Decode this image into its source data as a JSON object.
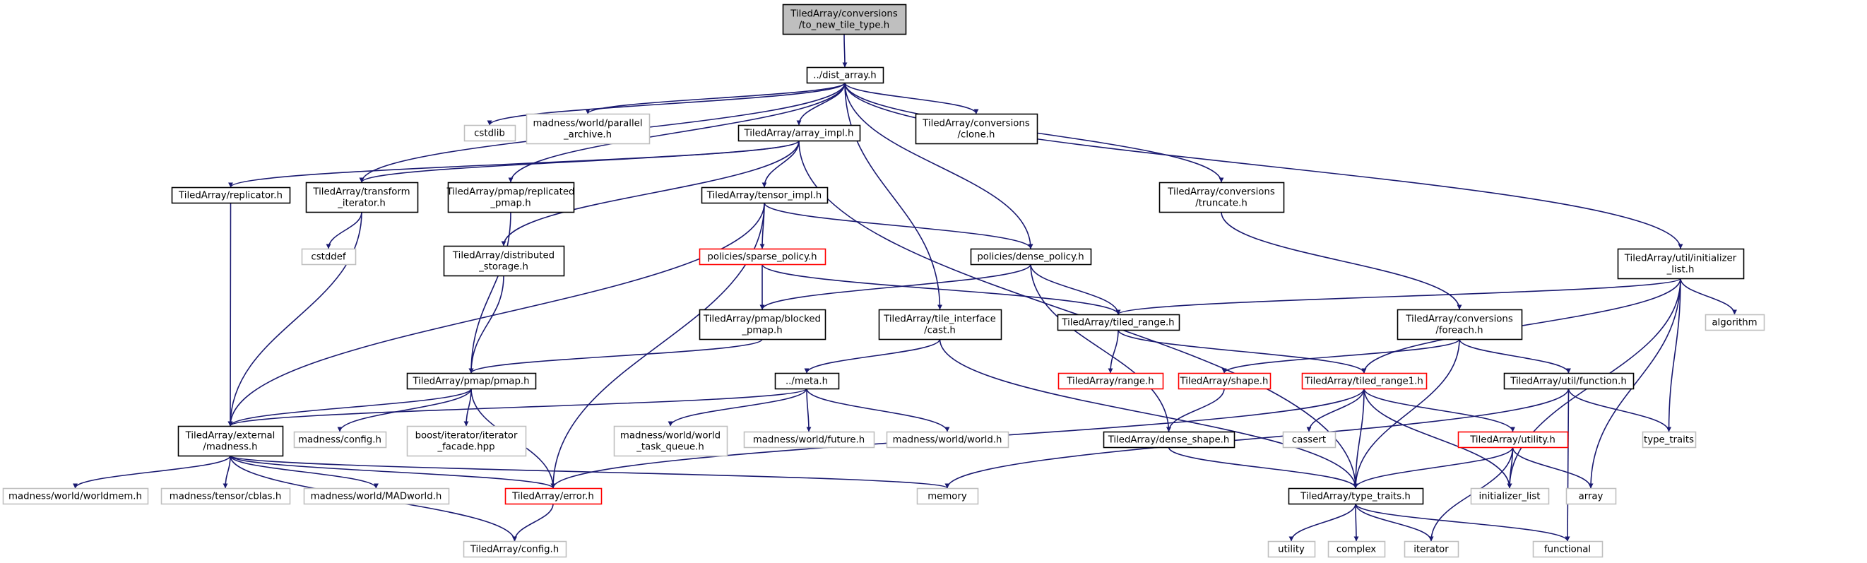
{
  "colors": {
    "edge": "#191970",
    "root_fill": "#bfbfbf",
    "border_documented": "#000000",
    "border_external": "#bfbfbf",
    "border_truncated": "#ff0000",
    "text_external": "#404040"
  },
  "nodes": [
    {
      "id": "root",
      "lines": [
        "TiledArray/conversions",
        "/to_new_tile_type.h"
      ],
      "kind": "root"
    },
    {
      "id": "dist_array",
      "lines": [
        "../dist_array.h"
      ],
      "kind": "documented"
    },
    {
      "id": "cstdlib",
      "lines": [
        "cstdlib"
      ],
      "kind": "external"
    },
    {
      "id": "parallel_archive",
      "lines": [
        "madness/world/parallel",
        "_archive.h"
      ],
      "kind": "external"
    },
    {
      "id": "array_impl",
      "lines": [
        "TiledArray/array_impl.h"
      ],
      "kind": "documented"
    },
    {
      "id": "clone",
      "lines": [
        "TiledArray/conversions",
        "/clone.h"
      ],
      "kind": "documented"
    },
    {
      "id": "replicator",
      "lines": [
        "TiledArray/replicator.h"
      ],
      "kind": "documented"
    },
    {
      "id": "transform_iterator",
      "lines": [
        "TiledArray/transform",
        "_iterator.h"
      ],
      "kind": "documented"
    },
    {
      "id": "replicated_pmap",
      "lines": [
        "TiledArray/pmap/replicated",
        "_pmap.h"
      ],
      "kind": "documented"
    },
    {
      "id": "tensor_impl",
      "lines": [
        "TiledArray/tensor_impl.h"
      ],
      "kind": "documented"
    },
    {
      "id": "truncate",
      "lines": [
        "TiledArray/conversions",
        "/truncate.h"
      ],
      "kind": "documented"
    },
    {
      "id": "cstddef",
      "lines": [
        "cstddef"
      ],
      "kind": "external"
    },
    {
      "id": "distributed_storage",
      "lines": [
        "TiledArray/distributed",
        "_storage.h"
      ],
      "kind": "documented"
    },
    {
      "id": "sparse_policy",
      "lines": [
        "policies/sparse_policy.h"
      ],
      "kind": "truncated"
    },
    {
      "id": "dense_policy",
      "lines": [
        "policies/dense_policy.h"
      ],
      "kind": "documented"
    },
    {
      "id": "initializer_list_h",
      "lines": [
        "TiledArray/util/initializer",
        "_list.h"
      ],
      "kind": "documented"
    },
    {
      "id": "blocked_pmap",
      "lines": [
        "TiledArray/pmap/blocked",
        "_pmap.h"
      ],
      "kind": "documented"
    },
    {
      "id": "cast",
      "lines": [
        "TiledArray/tile_interface",
        "/cast.h"
      ],
      "kind": "documented"
    },
    {
      "id": "tiled_range",
      "lines": [
        "TiledArray/tiled_range.h"
      ],
      "kind": "documented"
    },
    {
      "id": "foreach",
      "lines": [
        "TiledArray/conversions",
        "/foreach.h"
      ],
      "kind": "documented"
    },
    {
      "id": "algorithm",
      "lines": [
        "algorithm"
      ],
      "kind": "external"
    },
    {
      "id": "pmap",
      "lines": [
        "TiledArray/pmap/pmap.h"
      ],
      "kind": "documented"
    },
    {
      "id": "meta",
      "lines": [
        "../meta.h"
      ],
      "kind": "documented"
    },
    {
      "id": "range",
      "lines": [
        "TiledArray/range.h"
      ],
      "kind": "truncated"
    },
    {
      "id": "shape",
      "lines": [
        "TiledArray/shape.h"
      ],
      "kind": "truncated"
    },
    {
      "id": "tiled_range1",
      "lines": [
        "TiledArray/tiled_range1.h"
      ],
      "kind": "truncated"
    },
    {
      "id": "function",
      "lines": [
        "TiledArray/util/function.h"
      ],
      "kind": "documented"
    },
    {
      "id": "madness_h",
      "lines": [
        "TiledArray/external",
        "/madness.h"
      ],
      "kind": "documented"
    },
    {
      "id": "config_madness",
      "lines": [
        "madness/config.h"
      ],
      "kind": "external"
    },
    {
      "id": "iterator_facade",
      "lines": [
        "boost/iterator/iterator",
        "_facade.hpp"
      ],
      "kind": "external"
    },
    {
      "id": "world_task_queue",
      "lines": [
        "madness/world/world",
        "_task_queue.h"
      ],
      "kind": "external"
    },
    {
      "id": "future",
      "lines": [
        "madness/world/future.h"
      ],
      "kind": "external"
    },
    {
      "id": "world",
      "lines": [
        "madness/world/world.h"
      ],
      "kind": "external"
    },
    {
      "id": "dense_shape",
      "lines": [
        "TiledArray/dense_shape.h"
      ],
      "kind": "documented"
    },
    {
      "id": "cassert",
      "lines": [
        "cassert"
      ],
      "kind": "external"
    },
    {
      "id": "utility_h",
      "lines": [
        "TiledArray/utility.h"
      ],
      "kind": "truncated"
    },
    {
      "id": "type_traits_std",
      "lines": [
        "type_traits"
      ],
      "kind": "external"
    },
    {
      "id": "worldmem",
      "lines": [
        "madness/world/worldmem.h"
      ],
      "kind": "external"
    },
    {
      "id": "cblas",
      "lines": [
        "madness/tensor/cblas.h"
      ],
      "kind": "external"
    },
    {
      "id": "madworld",
      "lines": [
        "madness/world/MADworld.h"
      ],
      "kind": "external"
    },
    {
      "id": "error",
      "lines": [
        "TiledArray/error.h"
      ],
      "kind": "truncated"
    },
    {
      "id": "memory",
      "lines": [
        "memory"
      ],
      "kind": "external"
    },
    {
      "id": "type_traits_h",
      "lines": [
        "TiledArray/type_traits.h"
      ],
      "kind": "documented"
    },
    {
      "id": "initializer_list",
      "lines": [
        "initializer_list"
      ],
      "kind": "external"
    },
    {
      "id": "array",
      "lines": [
        "array"
      ],
      "kind": "external"
    },
    {
      "id": "config_ta",
      "lines": [
        "TiledArray/config.h"
      ],
      "kind": "external"
    },
    {
      "id": "utility",
      "lines": [
        "utility"
      ],
      "kind": "external"
    },
    {
      "id": "complex",
      "lines": [
        "complex"
      ],
      "kind": "external"
    },
    {
      "id": "iterator",
      "lines": [
        "iterator"
      ],
      "kind": "external"
    },
    {
      "id": "functional",
      "lines": [
        "functional"
      ],
      "kind": "external"
    }
  ],
  "edges": [
    [
      "root",
      "dist_array"
    ],
    [
      "dist_array",
      "cstdlib"
    ],
    [
      "dist_array",
      "parallel_archive"
    ],
    [
      "dist_array",
      "array_impl"
    ],
    [
      "dist_array",
      "clone"
    ],
    [
      "dist_array",
      "replicated_pmap"
    ],
    [
      "dist_array",
      "transform_iterator"
    ],
    [
      "dist_array",
      "truncate"
    ],
    [
      "dist_array",
      "dense_policy"
    ],
    [
      "dist_array",
      "cast"
    ],
    [
      "dist_array",
      "initializer_list_h"
    ],
    [
      "array_impl",
      "replicator"
    ],
    [
      "array_impl",
      "transform_iterator"
    ],
    [
      "array_impl",
      "tensor_impl"
    ],
    [
      "array_impl",
      "distributed_storage"
    ],
    [
      "array_impl",
      "type_traits_h"
    ],
    [
      "transform_iterator",
      "cstddef"
    ],
    [
      "transform_iterator",
      "madness_h"
    ],
    [
      "replicator",
      "madness_h"
    ],
    [
      "replicated_pmap",
      "pmap"
    ],
    [
      "tensor_impl",
      "sparse_policy"
    ],
    [
      "tensor_impl",
      "dense_policy"
    ],
    [
      "tensor_impl",
      "error"
    ],
    [
      "tensor_impl",
      "madness_h"
    ],
    [
      "truncate",
      "foreach"
    ],
    [
      "distributed_storage",
      "pmap"
    ],
    [
      "sparse_policy",
      "blocked_pmap"
    ],
    [
      "sparse_policy",
      "tiled_range"
    ],
    [
      "dense_policy",
      "blocked_pmap"
    ],
    [
      "dense_policy",
      "tiled_range"
    ],
    [
      "dense_policy",
      "dense_shape"
    ],
    [
      "initializer_list_h",
      "tiled_range"
    ],
    [
      "initializer_list_h",
      "tiled_range1"
    ],
    [
      "initializer_list_h",
      "algorithm"
    ],
    [
      "initializer_list_h",
      "type_traits_std"
    ],
    [
      "initializer_list_h",
      "initializer_list"
    ],
    [
      "initializer_list_h",
      "array"
    ],
    [
      "blocked_pmap",
      "pmap"
    ],
    [
      "cast",
      "meta"
    ],
    [
      "cast",
      "type_traits_h"
    ],
    [
      "tiled_range",
      "range"
    ],
    [
      "tiled_range",
      "tiled_range1"
    ],
    [
      "foreach",
      "shape"
    ],
    [
      "foreach",
      "function"
    ],
    [
      "foreach",
      "type_traits_h"
    ],
    [
      "pmap",
      "madness_h"
    ],
    [
      "pmap",
      "config_madness"
    ],
    [
      "pmap",
      "iterator_facade"
    ],
    [
      "pmap",
      "error"
    ],
    [
      "meta",
      "madness_h"
    ],
    [
      "meta",
      "world_task_queue"
    ],
    [
      "meta",
      "future"
    ],
    [
      "meta",
      "world"
    ],
    [
      "shape",
      "dense_shape"
    ],
    [
      "tiled_range1",
      "cassert"
    ],
    [
      "tiled_range1",
      "utility_h"
    ],
    [
      "tiled_range1",
      "error"
    ],
    [
      "tiled_range1",
      "type_traits_h"
    ],
    [
      "tiled_range1",
      "initializer_list"
    ],
    [
      "function",
      "type_traits_std"
    ],
    [
      "function",
      "functional"
    ],
    [
      "function",
      "memory"
    ],
    [
      "madness_h",
      "worldmem"
    ],
    [
      "madness_h",
      "cblas"
    ],
    [
      "madness_h",
      "madworld"
    ],
    [
      "madness_h",
      "error"
    ],
    [
      "madness_h",
      "memory"
    ],
    [
      "madness_h",
      "config_ta"
    ],
    [
      "dense_shape",
      "type_traits_h"
    ],
    [
      "utility_h",
      "type_traits_h"
    ],
    [
      "utility_h",
      "iterator"
    ],
    [
      "utility_h",
      "initializer_list"
    ],
    [
      "utility_h",
      "array"
    ],
    [
      "error",
      "config_ta"
    ],
    [
      "type_traits_h",
      "utility"
    ],
    [
      "type_traits_h",
      "complex"
    ],
    [
      "type_traits_h",
      "iterator"
    ],
    [
      "type_traits_h",
      "functional"
    ]
  ]
}
